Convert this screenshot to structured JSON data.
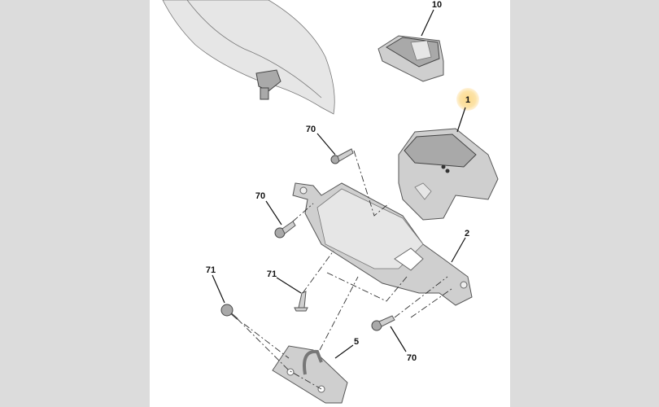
{
  "diagram": {
    "highlight_color": "#fbd98a",
    "callouts": [
      {
        "id": "part-10",
        "label": "10"
      },
      {
        "id": "part-1",
        "label": "1",
        "highlighted": true
      },
      {
        "id": "part-70-top",
        "label": "70"
      },
      {
        "id": "part-70-left",
        "label": "70"
      },
      {
        "id": "part-2",
        "label": "2"
      },
      {
        "id": "part-71-left",
        "label": "71"
      },
      {
        "id": "part-71-mid",
        "label": "71"
      },
      {
        "id": "part-5",
        "label": "5"
      },
      {
        "id": "part-70-bottom",
        "label": "70"
      }
    ]
  }
}
